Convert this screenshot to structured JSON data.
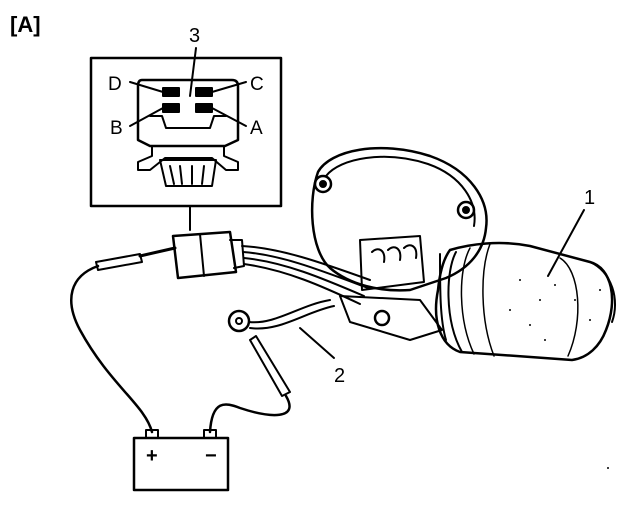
{
  "figure_label": "[A]",
  "callouts": {
    "motor": "1",
    "ground_wire": "2",
    "connector": "3"
  },
  "connector_pins": {
    "d": "D",
    "c": "C",
    "b": "B",
    "a": "A"
  },
  "battery": {
    "positive": "+",
    "negative": "−"
  },
  "colors": {
    "ink": "#000000",
    "background": "#ffffff"
  }
}
